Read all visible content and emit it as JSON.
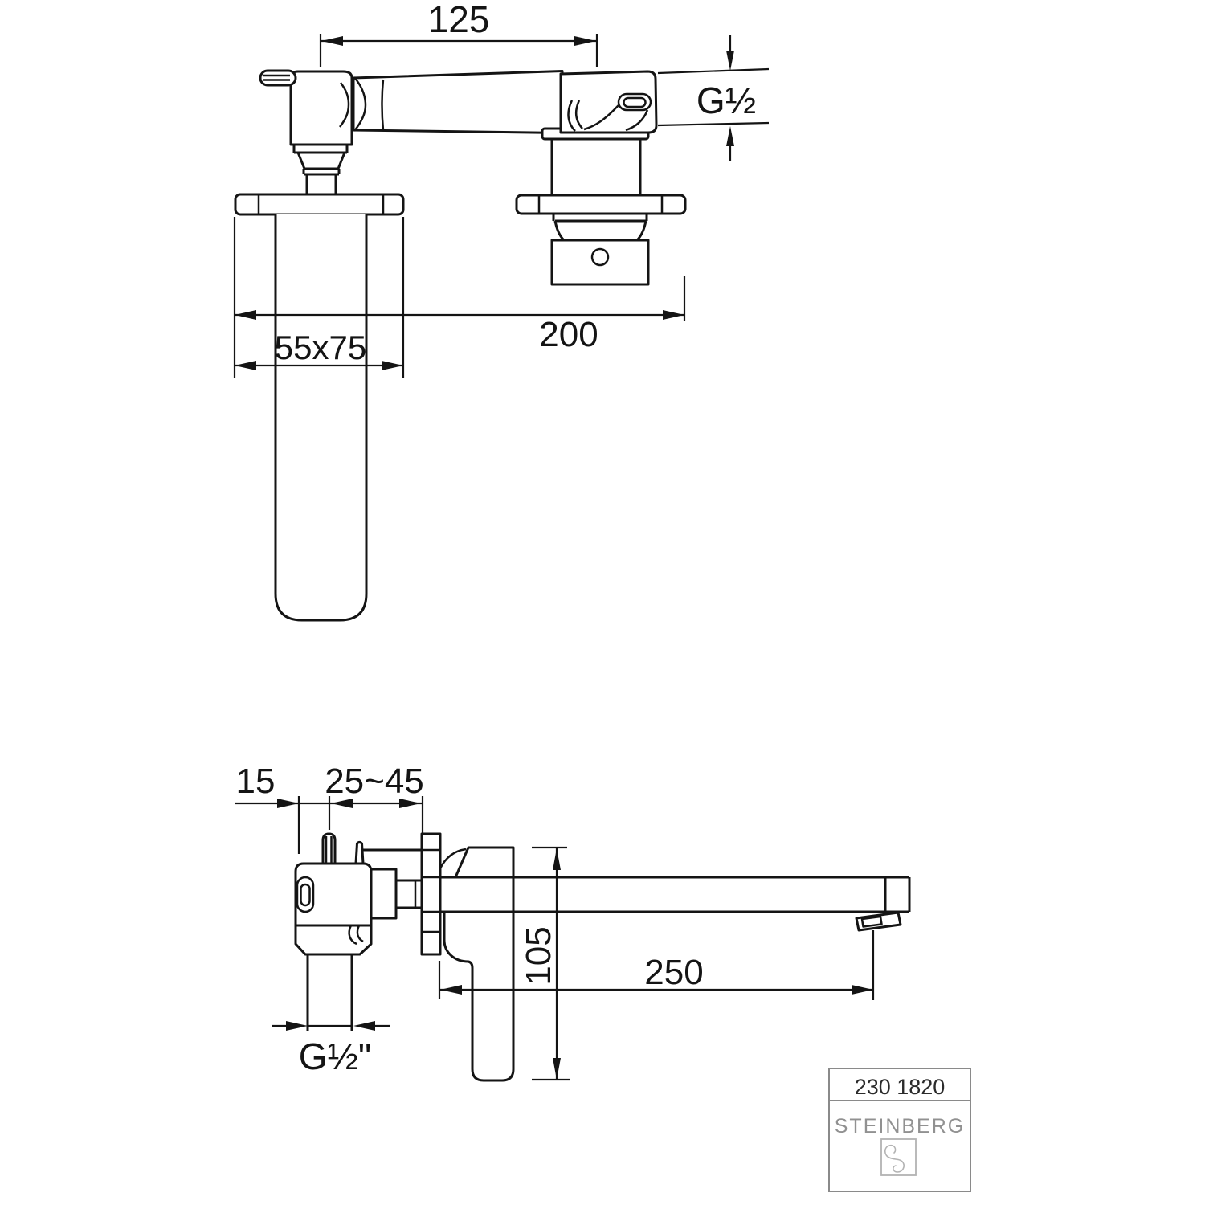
{
  "page": {
    "background": "#ffffff",
    "line_color": "#141414"
  },
  "top_view": {
    "dim_center_distance": "125",
    "dim_connection": "G½",
    "dim_overall_width": "200",
    "dim_escutcheon_size": "55x75"
  },
  "side_view": {
    "dim_wall_plate": "15",
    "dim_mount_depth_range": "25~45",
    "dim_height": "105",
    "dim_spout_projection": "250",
    "dim_connection_thread": "G½\""
  },
  "title_block": {
    "product_code": "230 1820",
    "brand": "STEINBERG",
    "border_color": "#8a8a8a",
    "code_color": "#2b2b2b",
    "brand_color": "#919191",
    "logo_color": "#b3b3b3"
  }
}
